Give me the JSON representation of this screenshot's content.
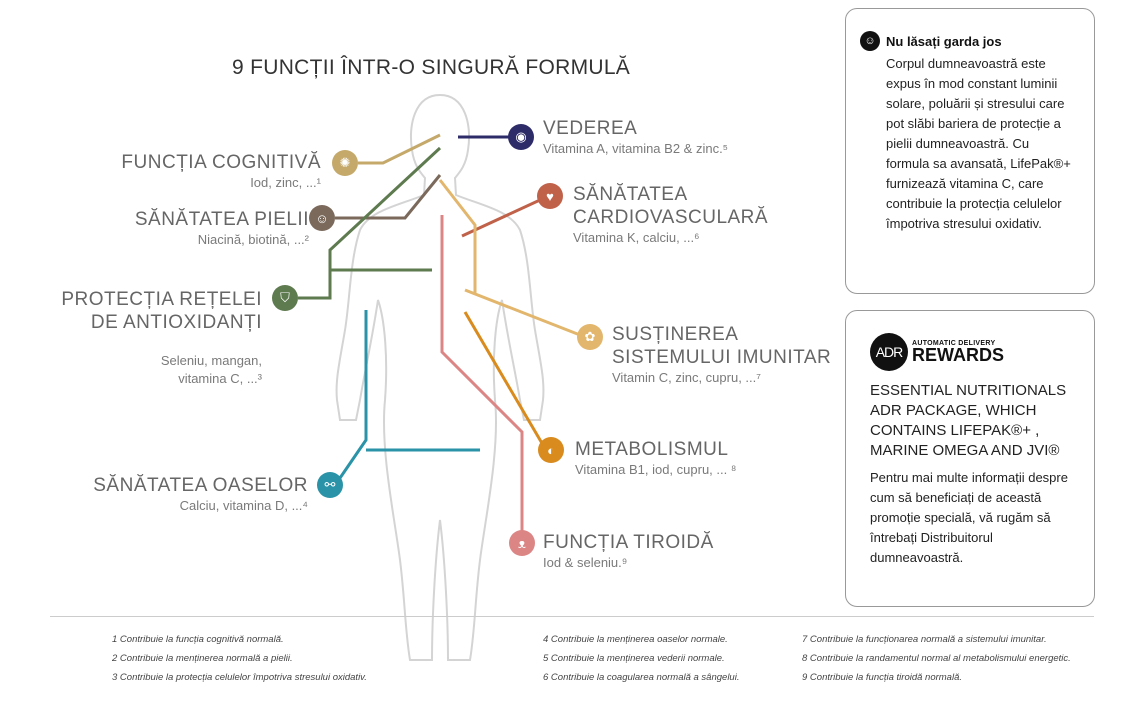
{
  "title": "9 FUNCȚII ÎNTR-O SINGURĂ FORMULĂ",
  "functions": [
    {
      "name": "FUNCȚIA COGNITIVĂ",
      "nutrients": "Iod, zinc, ...¹",
      "color": "#c4a96b",
      "icon": "brain-icon"
    },
    {
      "name": "SĂNĂTATEA PIELII",
      "nutrients": "Niacină, biotină, ...²",
      "color": "#7b6a5c",
      "icon": "face-icon"
    },
    {
      "name": "PROTECȚIA REȚELEI",
      "name2": "DE ANTIOXIDANȚI",
      "nutrients": "Seleniu, mangan,",
      "nutrients2": "vitamina C, ...³",
      "color": "#5e7a4f",
      "icon": "shield-icon"
    },
    {
      "name": "SĂNĂTATEA OASELOR",
      "nutrients": "Calciu, vitamina D, ...⁴",
      "color": "#2a93a8",
      "icon": "bone-icon"
    },
    {
      "name": "VEDEREA",
      "nutrients": "Vitamina A, vitamina B2 & zinc.⁵",
      "color": "#2e2c68",
      "icon": "eye-icon"
    },
    {
      "name": "SĂNĂTATEA",
      "name2": "CARDIOVASCULARĂ",
      "nutrients": "Vitamina K, calciu, ...⁶",
      "color": "#c0614a",
      "icon": "heart-icon"
    },
    {
      "name": "SUSȚINEREA",
      "name2": "SISTEMULUI IMUNITAR",
      "nutrients": "Vitamin C, zinc, cupru, ...⁷",
      "color": "#e2b66c",
      "icon": "cell-icon"
    },
    {
      "name": "METABOLISMUL",
      "nutrients": "Vitamina B1, iod, cupru, ... ⁸",
      "color": "#d98b1e",
      "icon": "stomach-icon"
    },
    {
      "name": "FUNCȚIA TIROIDĂ",
      "nutrients": "Iod & seleniu.⁹",
      "color": "#dc8585",
      "icon": "thyroid-icon"
    }
  ],
  "box1": {
    "title": "Nu lăsați garda jos",
    "text": "Corpul dumneavoastră este expus în mod constant luminii solare, poluării și stresului care pot slăbi bariera de protecție a pielii dumneavoastră. Cu formula sa avansată, LifePak®+ furnizează vitamina C, care contribuie la protecția celulelor împotriva stresului oxidativ."
  },
  "box2": {
    "logo_mark": "ADR",
    "logo_top": "AUTOMATIC DELIVERY",
    "logo_main": "REWARDS",
    "package": "ESSENTIAL NUTRITIONALS ADR PACKAGE, WHICH CONTAINS LIFEPAK®+ , MARINE OMEGA AND JVI®",
    "text": "Pentru mai multe informații despre cum să beneficiați de această promoție specială, vă rugăm să întrebați Distribuitorul dumneavoastră."
  },
  "footnotes": [
    "1 Contribuie la funcția cognitivă normală.",
    "2 Contribuie la menținerea normală a pielii.",
    "3 Contribuie la protecția celulelor împotriva stresului oxidativ.",
    "4 Contribuie la menținerea oaselor normale.",
    "5 Contribuie la menținerea vederii normale.",
    "6 Contribuie la coagularea normală a sângelui.",
    "7 Contribuie la funcționarea normală a sistemului imunitar.",
    "8 Contribuie la randamentul normal al metabolismului energetic.",
    "9 Contribuie la funcția tiroidă normală."
  ]
}
